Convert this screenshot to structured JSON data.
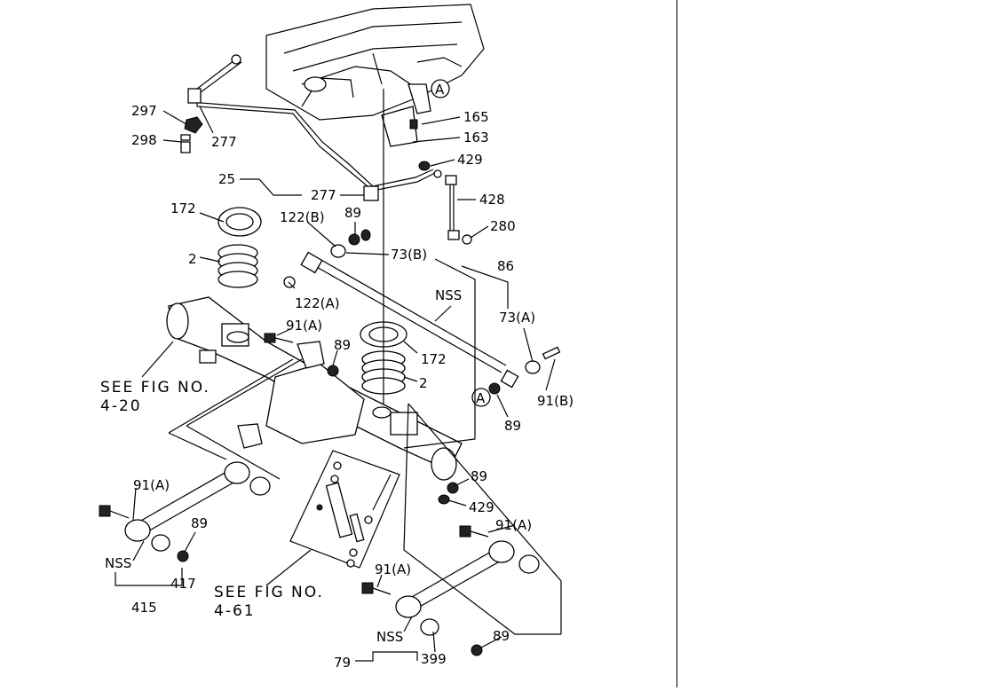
{
  "callouts": {
    "c297": "297",
    "c298": "298",
    "c277a": "277",
    "c25": "25",
    "c277b": "277",
    "c172a": "172",
    "c2a": "2",
    "c122b": "122(B)",
    "c89a": "89",
    "c165": "165",
    "c163": "163",
    "c429a": "429",
    "c428": "428",
    "c280": "280",
    "c73b": "73(B)",
    "c86": "86",
    "cnss1": "NSS",
    "c73a": "73(A)",
    "c122a": "122(A)",
    "c91a1": "91(A)",
    "c89b": "89",
    "c172b": "172",
    "c2b": "2",
    "c91b": "91(B)",
    "c89c": "89",
    "c89d": "89",
    "c429b": "429",
    "c91a2": "91(A)",
    "c91a3": "91(A)",
    "c89e": "89",
    "cnss2": "NSS",
    "c417": "417",
    "c415": "415",
    "c91a4": "91(A)",
    "cnss3": "NSS",
    "c89f": "89",
    "c79": "79",
    "c399": "399"
  },
  "markers": {
    "a1": "A",
    "a2": "A"
  },
  "references": {
    "fig420_line1": "SEE FIG NO.",
    "fig420_line2": "4-20",
    "fig461_line1": "SEE FIG NO.",
    "fig461_line2": "4-61"
  }
}
